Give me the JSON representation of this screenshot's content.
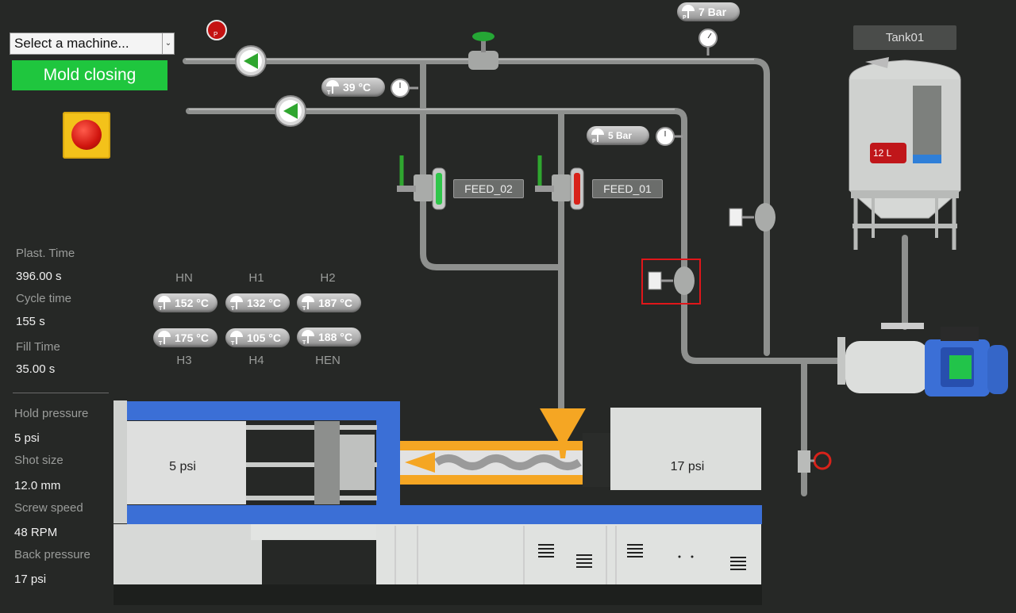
{
  "header": {
    "machine_select": "Select a machine...",
    "status": "Mold closing"
  },
  "params": [
    {
      "label": "Plast. Time",
      "value": "396.00 s"
    },
    {
      "label": "Cycle time",
      "value": "155 s"
    },
    {
      "label": "Fill Time",
      "value": "35.00 s"
    },
    {
      "label": "Hold pressure",
      "value": "5 psi"
    },
    {
      "label": "Shot size",
      "value": "12.0 mm"
    },
    {
      "label": "Screw speed",
      "value": "48 RPM"
    },
    {
      "label": "Back pressure",
      "value": "17 psi"
    }
  ],
  "heaters": [
    {
      "name": "HN",
      "value": "152 °C"
    },
    {
      "name": "H1",
      "value": "132 °C"
    },
    {
      "name": "H2",
      "value": "187 °C"
    },
    {
      "name": "H3",
      "value": "175 °C"
    },
    {
      "name": "H4",
      "value": "105 °C"
    },
    {
      "name": "HEN",
      "value": "188 °C"
    }
  ],
  "sensors": {
    "pressure_top": "7 Bar",
    "temp_line": "39 °C",
    "pressure_line": "5 Bar"
  },
  "feeds": {
    "feed2": "FEED_02",
    "feed1": "FEED_01"
  },
  "tank": {
    "title": "Tank01",
    "level": "12 L",
    "fill_fraction": 0.1
  },
  "machine": {
    "clamp_pressure": "5 psi",
    "injection_pressure": "17 psi"
  },
  "colors": {
    "status_green": "#1fc63e",
    "accent_blue": "#3b6fd6",
    "barrel_orange": "#f5a623",
    "alarm_red": "#d0150e"
  },
  "icons": [
    "pressure-icon",
    "thermometer-icon",
    "valve-icon",
    "pump-icon",
    "emergency-stop-icon",
    "gauge-icon"
  ]
}
